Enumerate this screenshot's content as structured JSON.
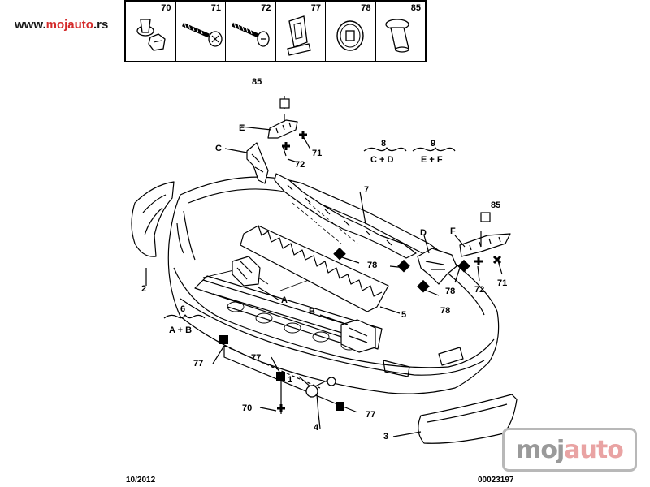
{
  "header": {
    "url_prefix": "www.",
    "url_brand": "mojauto",
    "url_suffix": ".rs"
  },
  "legend": [
    {
      "num": "70",
      "icon": "push-clip-icon"
    },
    {
      "num": "71",
      "icon": "screw-washer-icon"
    },
    {
      "num": "72",
      "icon": "screw-icon"
    },
    {
      "num": "77",
      "icon": "spring-clip-icon"
    },
    {
      "num": "78",
      "icon": "grommet-nut-icon"
    },
    {
      "num": "85",
      "icon": "plastic-rivet-icon"
    }
  ],
  "labels": {
    "n85_top": "85",
    "E": "E",
    "C": "C",
    "n71_top": "71",
    "n72_top": "72",
    "n8": "8",
    "g8": "C + D",
    "n9": "9",
    "g9": "E + F",
    "n7": "7",
    "n85_right": "85",
    "D": "D",
    "F": "F",
    "n78_a": "78",
    "n78_b": "78",
    "n78_c": "78",
    "n72_right": "72",
    "n71_right": "71",
    "n2": "2",
    "n6": "6",
    "g6": "A + B",
    "A": "A",
    "B": "B",
    "n5": "5",
    "n77_a": "77",
    "n77_b": "77",
    "n77_c": "77",
    "n1": "1",
    "n70": "70",
    "n4": "4",
    "n3": "3"
  },
  "footer": {
    "date": "10/2012",
    "code": "00023197"
  },
  "watermark": {
    "part1": "moj",
    "part2": "auto"
  },
  "colors": {
    "line": "#000000",
    "watermark_gray": "#9a9a9a",
    "watermark_pink": "#e9a3a3",
    "url_red": "#d42a2a"
  }
}
